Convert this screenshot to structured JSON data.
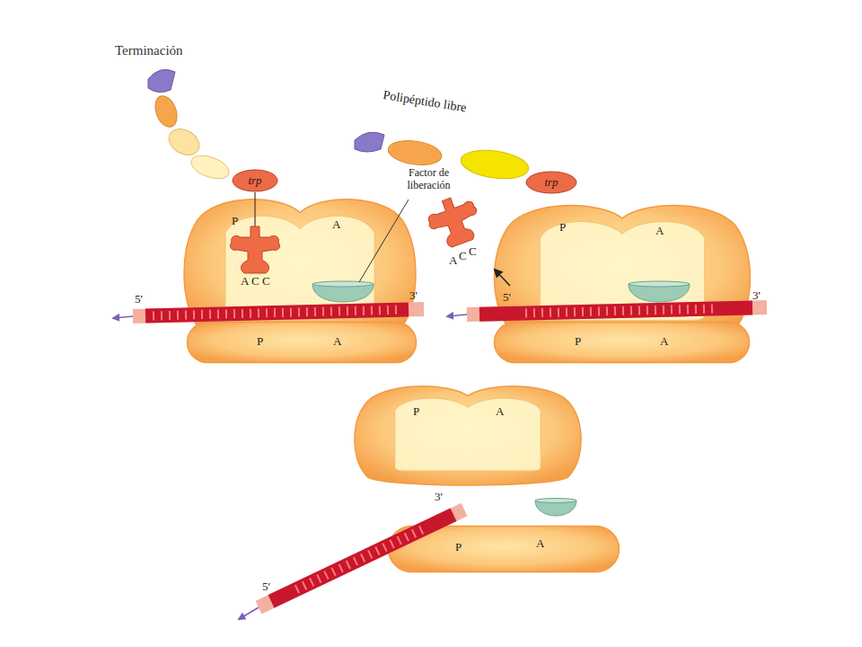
{
  "diagram": {
    "title": "Terminación",
    "nodes": [
      {
        "text": [
          "trp"
        ]
      },
      {
        "text": [
          "P",
          "A"
        ]
      },
      {
        "text": [
          "P",
          "A"
        ]
      },
      {
        "text": [
          "trp"
        ]
      },
      {
        "text": [
          "P",
          "A"
        ]
      },
      {
        "text": [
          "P",
          "A"
        ]
      },
      {
        "text": [
          "P",
          "A"
        ]
      },
      {
        "text": [
          "P",
          "A"
        ]
      }
    ],
    "labels": [
      "A",
      "C",
      "C",
      "5'",
      "3'",
      "Polipéptido libre",
      "Factor de liberación",
      "A",
      "C",
      "C",
      "5'",
      "3'",
      "3'",
      "5'"
    ]
  }
}
